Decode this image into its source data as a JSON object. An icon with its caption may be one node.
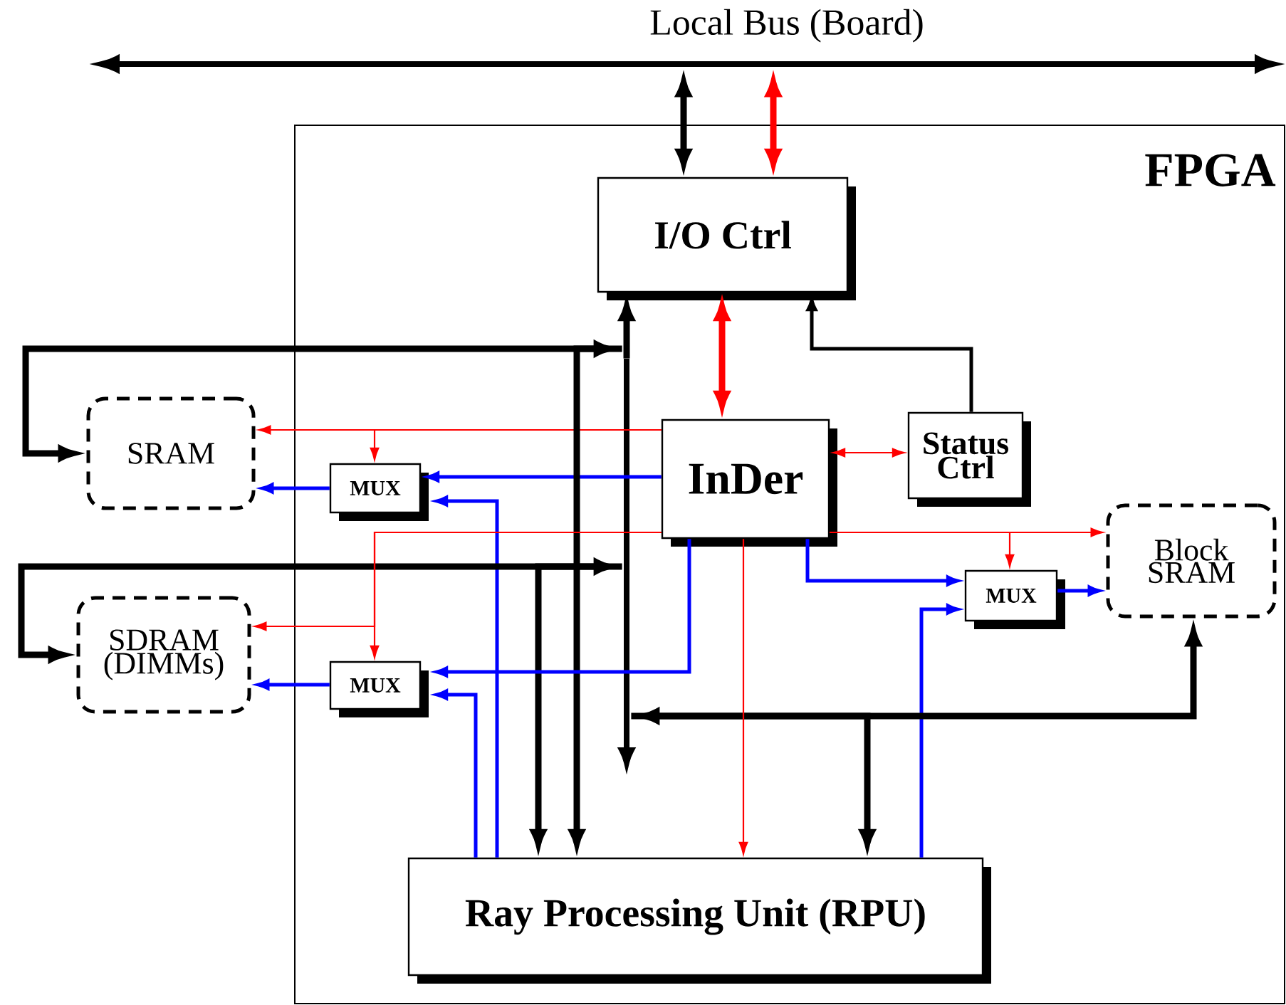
{
  "diagram": {
    "nodes": [
      {
        "text": [
          "FPGA"
        ]
      },
      {
        "text": [
          "Local Bus (Board)"
        ]
      },
      {
        "text": [
          "I/O Ctrl"
        ],
        "in": 0
      },
      {
        "text": [
          "InDer"
        ],
        "in": 0
      },
      {
        "text": [
          "Status Ctrl"
        ],
        "in": 0
      },
      {
        "text": [
          "SRAM"
        ]
      },
      {
        "text": [
          "MUX"
        ],
        "in": 0
      },
      {
        "text": [
          "SDRAM (DIMMs)"
        ]
      },
      {
        "text": [
          "MUX"
        ],
        "in": 0
      },
      {
        "text": [
          "MUX"
        ],
        "in": 0
      },
      {
        "text": [
          "Block SRAM"
        ],
        "in": 0
      },
      {
        "text": [
          "Ray Processing Unit (RPU)"
        ],
        "in": 0
      },
      {
        "text": [],
        "shape": "bar",
        "in": 0
      }
    ],
    "edges": [
      {
        "from": 2,
        "to": 1,
        "arrow": "both",
        "style": "thick",
        "color": "#000000"
      },
      {
        "from": 2,
        "to": 1,
        "arrow": "both",
        "style": "thick",
        "color": "#ff0000"
      },
      {
        "from": 3,
        "to": 2,
        "arrow": "both",
        "style": "thick",
        "color": "#ff0000"
      },
      {
        "from": 4,
        "to": 2,
        "arrow": "to",
        "color": "#000000"
      },
      {
        "from": 3,
        "to": 4,
        "arrow": "both",
        "color": "#ff0000"
      },
      {
        "from": 3,
        "to": 5,
        "arrow": "to",
        "color": "#ff0000"
      },
      {
        "from": 3,
        "to": 6,
        "arrow": "to",
        "color": "#ff0000"
      },
      {
        "from": 3,
        "to": 6,
        "arrow": "to",
        "color": "#0000ff"
      },
      {
        "from": 11,
        "to": 6,
        "arrow": "to",
        "color": "#0000ff"
      },
      {
        "from": 6,
        "to": 5,
        "arrow": "to",
        "color": "#0000ff"
      },
      {
        "from": 12,
        "to": 5,
        "arrow": "both",
        "style": "thick",
        "color": "#000000"
      },
      {
        "from": 12,
        "to": 11,
        "arrow": "to",
        "style": "thick",
        "color": "#000000"
      },
      {
        "from": 12,
        "to": 7,
        "arrow": "both",
        "style": "thick",
        "color": "#000000"
      },
      {
        "from": 12,
        "to": 11,
        "arrow": "to",
        "style": "thick",
        "color": "#000000"
      },
      {
        "from": 3,
        "to": 7,
        "arrow": "to",
        "color": "#ff0000"
      },
      {
        "from": 3,
        "to": 8,
        "arrow": "to",
        "color": "#ff0000"
      },
      {
        "from": 3,
        "to": 8,
        "arrow": "to",
        "color": "#0000ff"
      },
      {
        "from": 8,
        "to": 7,
        "arrow": "to",
        "color": "#0000ff"
      },
      {
        "from": 11,
        "to": 8,
        "arrow": "to",
        "color": "#0000ff"
      },
      {
        "from": 3,
        "to": 10,
        "arrow": "to",
        "color": "#ff0000"
      },
      {
        "from": 3,
        "to": 9,
        "arrow": "to",
        "color": "#ff0000"
      },
      {
        "from": 3,
        "to": 9,
        "arrow": "to",
        "color": "#0000ff"
      },
      {
        "from": 11,
        "to": 9,
        "arrow": "to",
        "color": "#0000ff"
      },
      {
        "from": 9,
        "to": 10,
        "arrow": "to",
        "color": "#0000ff"
      },
      {
        "from": 10,
        "to": 12,
        "arrow": "both",
        "style": "thick",
        "color": "#000000"
      },
      {
        "from": 12,
        "to": 11,
        "arrow": "to",
        "style": "thick",
        "color": "#000000"
      },
      {
        "from": 3,
        "to": 11,
        "arrow": "to",
        "color": "#ff0000"
      },
      {
        "from": 12,
        "to": 2,
        "arrow": "to",
        "style": "thick",
        "color": "#000000"
      },
      {
        "from": 12,
        "to": null,
        "arrow": "to",
        "style": "thick",
        "color": "#000000"
      }
    ]
  }
}
